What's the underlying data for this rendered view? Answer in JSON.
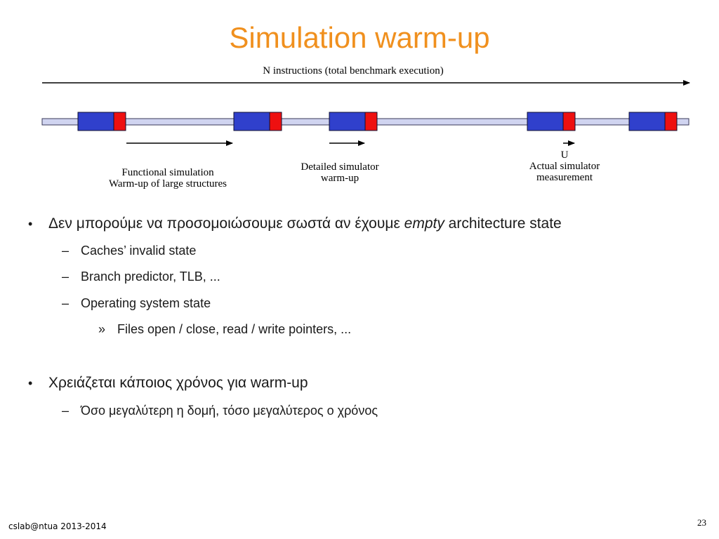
{
  "title": "Simulation warm-up",
  "diagram": {
    "top_label": "N instructions (total benchmark execution)",
    "colors": {
      "track_fill": "#D0D4F0",
      "track_stroke": "#3A3A5A",
      "block_blue": "#3040CC",
      "block_red": "#EE1010",
      "block_stroke": "#101030"
    },
    "captions": {
      "functional": [
        "Functional simulation",
        "Warm-up of large structures"
      ],
      "detailed": [
        "Detailed simulator",
        "warm-up"
      ],
      "actual": [
        "U",
        "Actual simulator",
        "measurement"
      ]
    }
  },
  "bullets": [
    {
      "text_before": "Δεν μπορούμε να προσομοιώσουμε σωστά αν έχουμε ",
      "text_em": "empty",
      "text_after": " architecture state",
      "sub": [
        {
          "text": "Caches’ invalid state"
        },
        {
          "text": "Branch predictor, TLB, ..."
        },
        {
          "text": "Operating system state",
          "sub": [
            {
              "text": "Files open / close, read / write pointers, ..."
            }
          ]
        }
      ]
    },
    {
      "text": "Χρειάζεται κάποιος χρόνος για warm-up",
      "sub": [
        {
          "text": "Όσο μεγαλύτερη η δομή, τόσο μεγαλύτερος ο χρόνος"
        }
      ]
    }
  ],
  "markers": {
    "level1": "•",
    "level2": "–",
    "level3": "»"
  },
  "footer": "cslab@ntua 2013-2014",
  "page_number": "23"
}
